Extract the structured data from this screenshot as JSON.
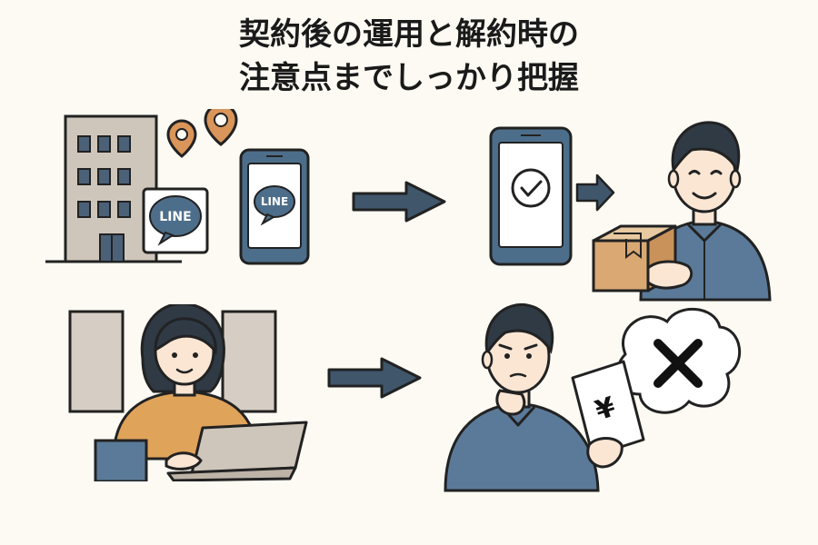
{
  "header": {
    "title_line1": "契約後の運用と解約時の",
    "title_line2": "注意点までしっかり把握"
  },
  "scenes": {
    "top_left": {
      "app_label_sign": "LINE",
      "app_label_phone": "LINE"
    },
    "top_right": {
      "phone_icon": "check-icon",
      "item_icon": "box-icon"
    },
    "bottom_left": {
      "device_icon": "laptop-icon"
    },
    "bottom_right": {
      "currency_symbol": "¥",
      "thought_icon": "cross-icon"
    }
  },
  "colors": {
    "background": "#fcfaf3",
    "navy": "#3f566b",
    "shirt_blue": "#5b7a99",
    "orange": "#e0a35a",
    "pin": "#d9955a",
    "building": "#cfc6bb",
    "line_blue": "#4d6e8a"
  }
}
